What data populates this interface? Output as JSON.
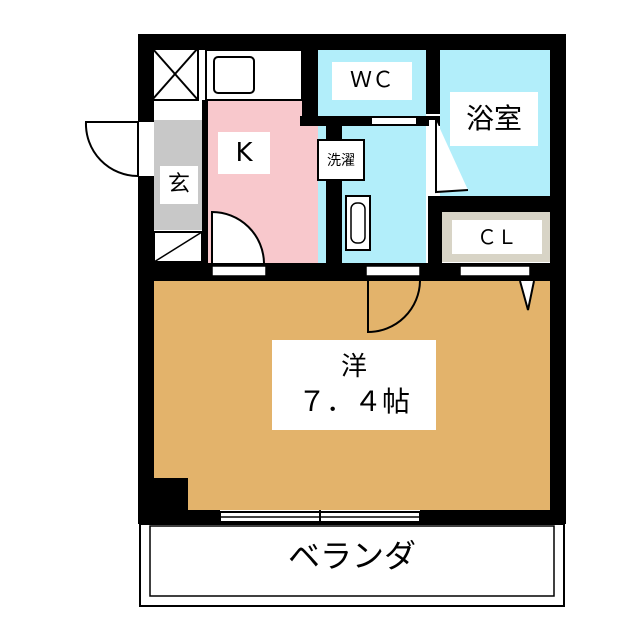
{
  "rooms": {
    "kitchen": {
      "label": "K",
      "color": "#f8c8cc"
    },
    "entrance": {
      "label": "玄",
      "color": "#c8c8c8"
    },
    "wc": {
      "label": "ＷＣ",
      "color": "#b2eefa"
    },
    "bath": {
      "label": "浴室",
      "color": "#b2eefa"
    },
    "laundry": {
      "label": "洗濯",
      "color": "#b2eefa"
    },
    "closet": {
      "label": "ＣＬ",
      "color": "#d8d4c6"
    },
    "western": {
      "label_type": "洋",
      "label_size": "７．４帖",
      "color": "#e3b36b"
    },
    "veranda": {
      "label": "ベランダ"
    }
  }
}
